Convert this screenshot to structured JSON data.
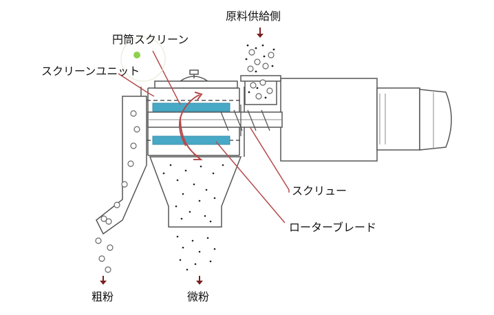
{
  "labels": {
    "cylinder_screen": "円筒スクリーン",
    "screen_unit": "スクリーンユニット",
    "feed_side": "原料供給側",
    "screw": "スクリュー",
    "rotor_blade": "ローターブレード",
    "coarse_powder": "粗粉",
    "fine_powder": "微粉"
  },
  "colors": {
    "screen_blue": "#48a9c6",
    "leader_red": "#b44a4a",
    "arrow_dark": "#7a2020",
    "line": "#555555",
    "marker_green": "#8fd14f"
  }
}
